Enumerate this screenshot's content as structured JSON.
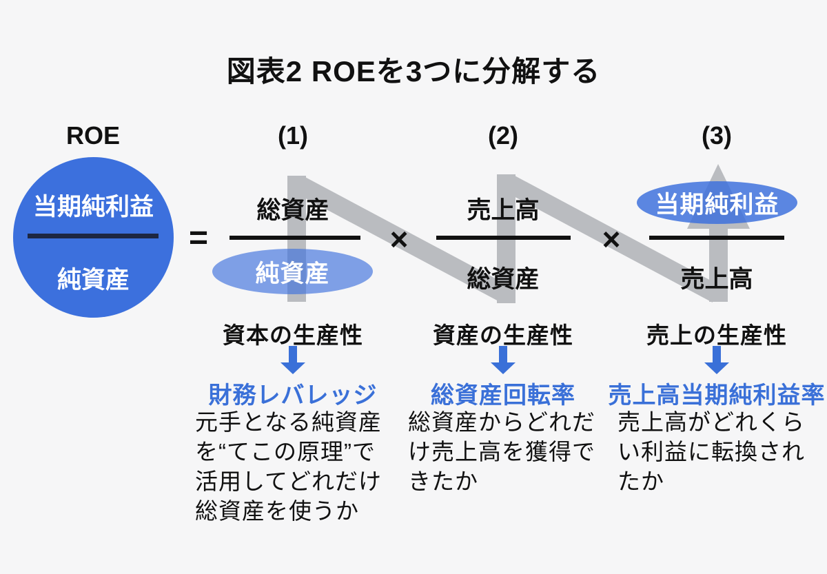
{
  "title": "図表2 ROEを3つに分解する",
  "roe": {
    "label": "ROE",
    "numerator": "当期純利益",
    "denominator": "純資産"
  },
  "operators": {
    "equals": "=",
    "multiply": "×"
  },
  "factors": [
    {
      "label": "(1)",
      "numerator": "総資産",
      "denominator": "純資産",
      "highlighted_part": "denominator",
      "category": "資本の生産性",
      "term": "財務レバレッジ",
      "description": "元手となる純資産\nを“てこの原理”で\n活用してどれだけ\n総資産を使うか"
    },
    {
      "label": "(2)",
      "numerator": "売上高",
      "denominator": "総資産",
      "highlighted_part": "none",
      "category": "資産の生産性",
      "term": "総資産回転率",
      "description": "総資産からどれだ\nけ売上高を獲得で\nきたか"
    },
    {
      "label": "(3)",
      "numerator": "当期純利益",
      "denominator": "売上高",
      "highlighted_part": "numerator",
      "category": "売上の生産性",
      "term": "売上高当期純利益率",
      "description": "売上高がどれくら\nい利益に転換され\nたか"
    }
  ],
  "colors": {
    "bg": "#f6f6f7",
    "blue": "#3c70dd",
    "ellipse_light": "rgba(61,112,221,0.65)",
    "ellipse_strong": "rgba(61,112,221,0.84)",
    "gray": "#babcc0",
    "navy": "#1d2742",
    "black": "#111111",
    "term_blue": "#3a70d8"
  }
}
